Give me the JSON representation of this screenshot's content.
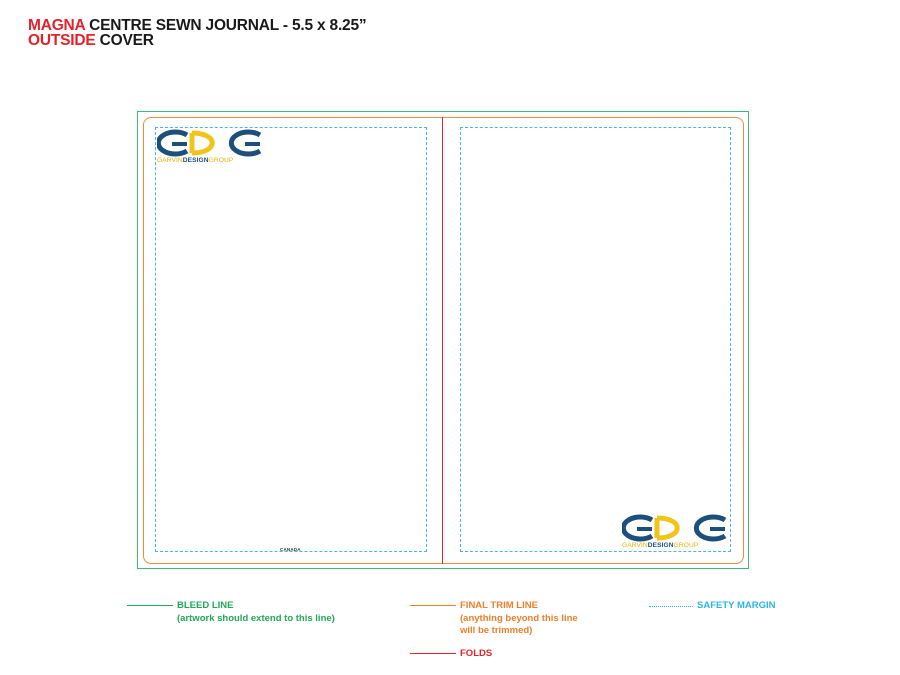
{
  "header": {
    "brand_line1": "MAGNA",
    "rest_line1": " CENTRE SEWN JOURNAL - 5.5 x 8.25”",
    "brand_line2": "OUTSIDE",
    "rest_line2": " COVER"
  },
  "template": {
    "back_cover_imprint": "CANADA",
    "logo": {
      "part1": "GARVIN",
      "part2": "DESIGN",
      "part3": "GROUP",
      "monogram": "GDG"
    }
  },
  "legend": {
    "bleed_label": "BLEED LINE",
    "bleed_note": "(artwork should extend to this line)",
    "trim_label": "FINAL TRIM LINE",
    "trim_note_1": "(anything beyond this line",
    "trim_note_2": "will be trimmed)",
    "safety_label": "SAFETY MARGIN",
    "folds_label": "FOLDS"
  },
  "colors": {
    "bleed": "#3fb978",
    "trim": "#f08a3e",
    "fold": "#e5222b",
    "safety": "#4ab8d8",
    "brand_red": "#e5222b",
    "logo_blue": "#1d4f7c",
    "logo_yellow": "#f0c419"
  }
}
